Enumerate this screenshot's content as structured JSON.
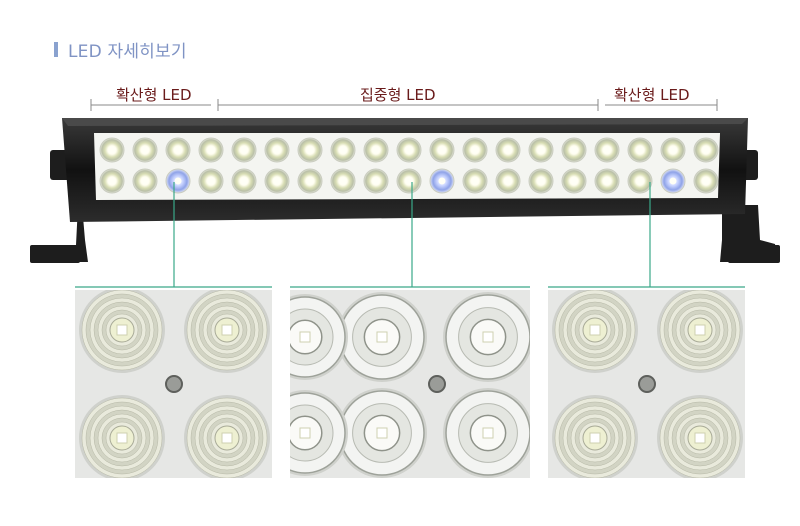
{
  "heading": {
    "title": "LED 자세히보기"
  },
  "labels": {
    "left": "확산형 LED",
    "center": "집중형 LED",
    "right": "확산형 LED"
  },
  "colors": {
    "accent": "#8aa2cf",
    "label": "#6a1b1b",
    "callout": "#3aa889",
    "body": "#1b1b1b"
  },
  "icons": {
    "heading_marker": "vertical-bar-icon"
  }
}
